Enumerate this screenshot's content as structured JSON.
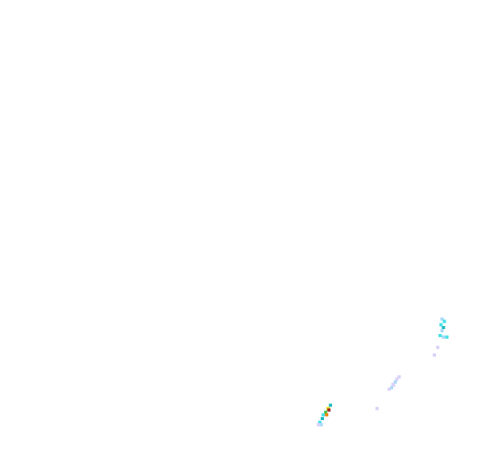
{
  "map": {
    "background": "#ffffff",
    "palette": {
      "light_lavender": "#d8d0f8",
      "light_blue": "#a8d8f8",
      "cyan": "#40e0e8",
      "teal": "#20b8c0",
      "green": "#40c040",
      "yellow": "#e8e000",
      "orange": "#f08000",
      "dark_red": "#a02020"
    },
    "echo_clusters": [
      {
        "name": "echo-cluster-east",
        "cells": [
          {
            "col": 0.919,
            "row": 0.673,
            "color": "light_blue"
          },
          {
            "col": 0.924,
            "row": 0.678,
            "color": "cyan"
          },
          {
            "col": 0.917,
            "row": 0.685,
            "color": "cyan"
          },
          {
            "col": 0.922,
            "row": 0.691,
            "color": "teal"
          },
          {
            "col": 0.919,
            "row": 0.698,
            "color": "light_blue"
          },
          {
            "col": 0.915,
            "row": 0.708,
            "color": "cyan"
          },
          {
            "col": 0.922,
            "row": 0.711,
            "color": "light_blue"
          },
          {
            "col": 0.929,
            "row": 0.711,
            "color": "cyan"
          },
          {
            "col": 0.91,
            "row": 0.733,
            "color": "light_lavender"
          },
          {
            "col": 0.903,
            "row": 0.749,
            "color": "light_lavender"
          }
        ]
      },
      {
        "name": "echo-cluster-middle",
        "cells": [
          {
            "col": 0.83,
            "row": 0.795,
            "color": "light_lavender"
          },
          {
            "col": 0.825,
            "row": 0.8,
            "color": "light_lavender"
          },
          {
            "col": 0.822,
            "row": 0.806,
            "color": "light_blue"
          },
          {
            "col": 0.817,
            "row": 0.811,
            "color": "light_lavender"
          },
          {
            "col": 0.814,
            "row": 0.818,
            "color": "light_blue"
          },
          {
            "col": 0.809,
            "row": 0.821,
            "color": "light_lavender"
          },
          {
            "col": 0.818,
            "row": 0.813,
            "color": "light_lavender"
          },
          {
            "col": 0.784,
            "row": 0.862,
            "color": "light_lavender"
          }
        ]
      },
      {
        "name": "echo-cluster-southwest",
        "cells": [
          {
            "col": 0.687,
            "row": 0.855,
            "color": "teal"
          },
          {
            "col": 0.682,
            "row": 0.862,
            "color": "yellow"
          },
          {
            "col": 0.684,
            "row": 0.865,
            "color": "dark_red"
          },
          {
            "col": 0.677,
            "row": 0.87,
            "color": "green"
          },
          {
            "col": 0.672,
            "row": 0.875,
            "color": "cyan"
          },
          {
            "col": 0.679,
            "row": 0.875,
            "color": "orange"
          },
          {
            "col": 0.67,
            "row": 0.883,
            "color": "teal"
          },
          {
            "col": 0.665,
            "row": 0.891,
            "color": "cyan"
          },
          {
            "col": 0.668,
            "row": 0.896,
            "color": "light_blue"
          },
          {
            "col": 0.662,
            "row": 0.896,
            "color": "light_lavender"
          }
        ]
      }
    ]
  }
}
